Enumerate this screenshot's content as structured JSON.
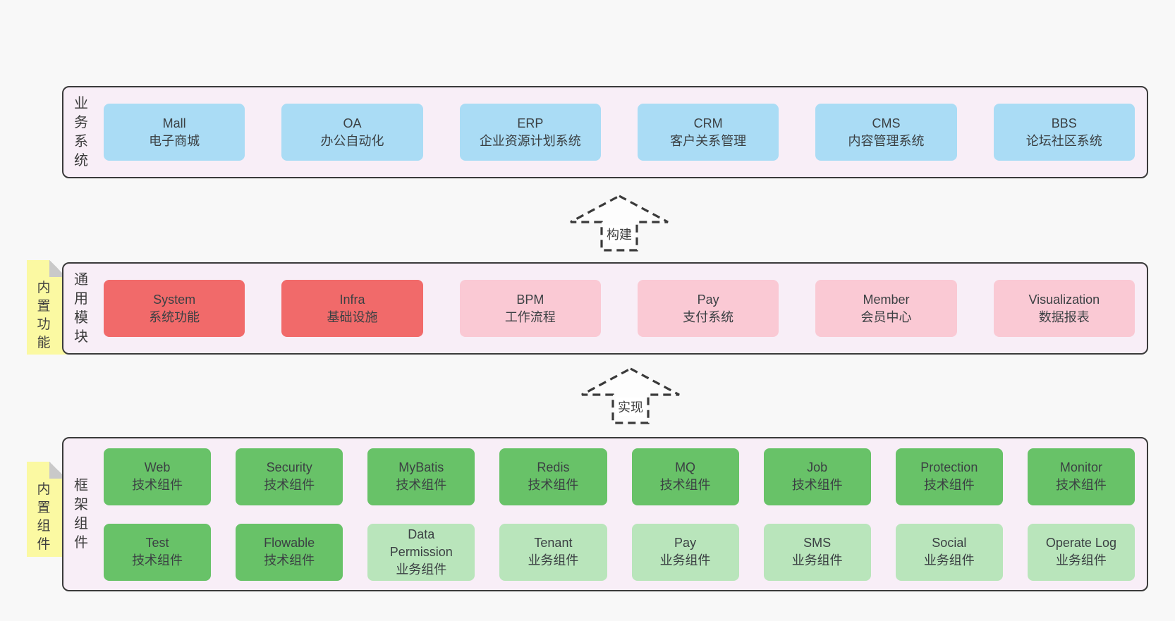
{
  "colors": {
    "page_bg": "#f8f8f8",
    "container_bg": "#f8eef7",
    "container_border": "#3a3a3a",
    "blue": "#aadcf5",
    "red": "#f16a6a",
    "pink": "#fac9d4",
    "green": "#68c268",
    "light_green": "#b9e5bb",
    "yellow_note": "#fbf9a2",
    "fold_gray": "#c9c9c9",
    "text": "#3b4043"
  },
  "sections": {
    "business": {
      "label": "业务系统",
      "items": [
        {
          "title": "Mall",
          "subtitle": "电子商城",
          "color": "blue"
        },
        {
          "title": "OA",
          "subtitle": "办公自动化",
          "color": "blue"
        },
        {
          "title": "ERP",
          "subtitle": "企业资源计划系统",
          "color": "blue"
        },
        {
          "title": "CRM",
          "subtitle": "客户关系管理",
          "color": "blue"
        },
        {
          "title": "CMS",
          "subtitle": "内容管理系统",
          "color": "blue"
        },
        {
          "title": "BBS",
          "subtitle": "论坛社区系统",
          "color": "blue"
        }
      ]
    },
    "arrow_build": {
      "label": "构建"
    },
    "modules": {
      "label": "通用模块",
      "note": "内置功能",
      "items": [
        {
          "title": "System",
          "subtitle": "系统功能",
          "color": "red"
        },
        {
          "title": "Infra",
          "subtitle": "基础设施",
          "color": "red"
        },
        {
          "title": "BPM",
          "subtitle": "工作流程",
          "color": "pink"
        },
        {
          "title": "Pay",
          "subtitle": "支付系统",
          "color": "pink"
        },
        {
          "title": "Member",
          "subtitle": "会员中心",
          "color": "pink"
        },
        {
          "title": "Visualization",
          "subtitle": "数据报表",
          "color": "pink"
        }
      ]
    },
    "arrow_implement": {
      "label": "实现"
    },
    "framework": {
      "label": "框架组件",
      "note": "内置组件",
      "rows": [
        [
          {
            "title": "Web",
            "subtitle": "技术组件",
            "color": "green"
          },
          {
            "title": "Security",
            "subtitle": "技术组件",
            "color": "green"
          },
          {
            "title": "MyBatis",
            "subtitle": "技术组件",
            "color": "green"
          },
          {
            "title": "Redis",
            "subtitle": "技术组件",
            "color": "green"
          },
          {
            "title": "MQ",
            "subtitle": "技术组件",
            "color": "green"
          },
          {
            "title": "Job",
            "subtitle": "技术组件",
            "color": "green"
          },
          {
            "title": "Protection",
            "subtitle": "技术组件",
            "color": "green"
          },
          {
            "title": "Monitor",
            "subtitle": "技术组件",
            "color": "green"
          }
        ],
        [
          {
            "title": "Test",
            "subtitle": "技术组件",
            "color": "green"
          },
          {
            "title": "Flowable",
            "subtitle": "技术组件",
            "color": "green"
          },
          {
            "title": "Data Permission",
            "subtitle": "业务组件",
            "color": "light_green"
          },
          {
            "title": "Tenant",
            "subtitle": "业务组件",
            "color": "light_green"
          },
          {
            "title": "Pay",
            "subtitle": "业务组件",
            "color": "light_green"
          },
          {
            "title": "SMS",
            "subtitle": "业务组件",
            "color": "light_green"
          },
          {
            "title": "Social",
            "subtitle": "业务组件",
            "color": "light_green"
          },
          {
            "title": "Operate Log",
            "subtitle": "业务组件",
            "color": "light_green"
          }
        ]
      ]
    }
  }
}
